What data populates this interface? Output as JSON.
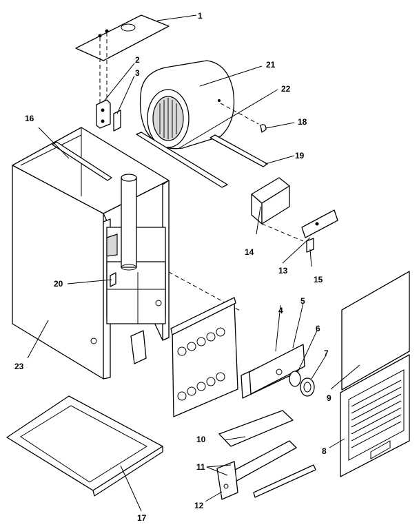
{
  "callouts": [
    {
      "id": "c1",
      "label": "1"
    },
    {
      "id": "c2",
      "label": "2"
    },
    {
      "id": "c3",
      "label": "3"
    },
    {
      "id": "c4",
      "label": "4"
    },
    {
      "id": "c5",
      "label": "5"
    },
    {
      "id": "c6",
      "label": "6"
    },
    {
      "id": "c7",
      "label": "7"
    },
    {
      "id": "c8",
      "label": "8"
    },
    {
      "id": "c9",
      "label": "9"
    },
    {
      "id": "c10",
      "label": "10"
    },
    {
      "id": "c11",
      "label": "11"
    },
    {
      "id": "c12",
      "label": "12"
    },
    {
      "id": "c13",
      "label": "13"
    },
    {
      "id": "c14",
      "label": "14"
    },
    {
      "id": "c15",
      "label": "15"
    },
    {
      "id": "c16",
      "label": "16"
    },
    {
      "id": "c17",
      "label": "17"
    },
    {
      "id": "c18",
      "label": "18"
    },
    {
      "id": "c19",
      "label": "19"
    },
    {
      "id": "c20",
      "label": "20"
    },
    {
      "id": "c21",
      "label": "21"
    },
    {
      "id": "c22",
      "label": "22"
    },
    {
      "id": "c23",
      "label": "23"
    }
  ]
}
